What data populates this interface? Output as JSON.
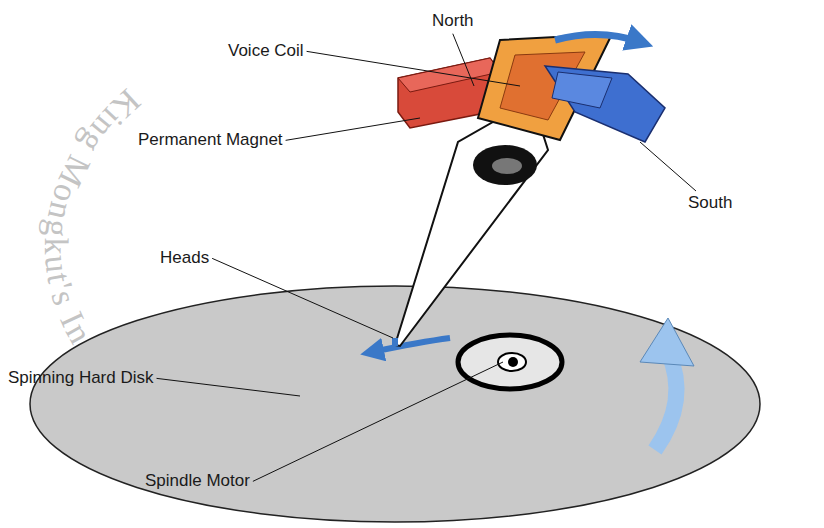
{
  "diagram": {
    "labels": [
      "Voice Coil",
      "North",
      "Permanent Magnet",
      "South",
      "Heads",
      "Spinning Hard Disk",
      "Spindle Motor",
      "King Mongkut's Institute of Technology Ladkrabang"
    ]
  }
}
